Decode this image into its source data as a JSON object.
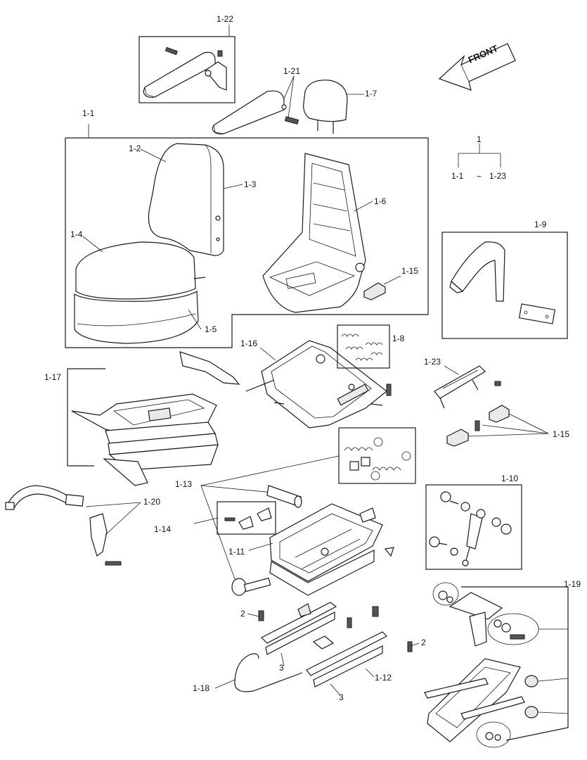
{
  "arrow": {
    "text": "FRONT"
  },
  "legend": {
    "root": "1",
    "from": "1-1",
    "sep": "~",
    "to": "1-23"
  },
  "labels": {
    "l_1_22": "1-22",
    "l_1_21": "1-21",
    "l_1_7": "1-7",
    "l_1_1": "1-1",
    "l_1_2": "1-2",
    "l_1_3": "1-3",
    "l_1_6": "1-6",
    "l_1_4": "1-4",
    "l_1_15a": "1-15",
    "l_1_5": "1-5",
    "l_1_9": "1-9",
    "l_1_16": "1-16",
    "l_1_8": "1-8",
    "l_1_23": "1-23",
    "l_1_17": "1-17",
    "l_1_15b": "1-15",
    "l_1_13": "1-13",
    "l_1_10": "1-10",
    "l_1_20": "1-20",
    "l_1_14": "1-14",
    "l_1_11": "1-11",
    "l_1_19": "1-19",
    "l_2a": "2",
    "l_2b": "2",
    "l_3a": "3",
    "l_1_12": "1-12",
    "l_1_18": "1-18",
    "l_3b": "3"
  }
}
